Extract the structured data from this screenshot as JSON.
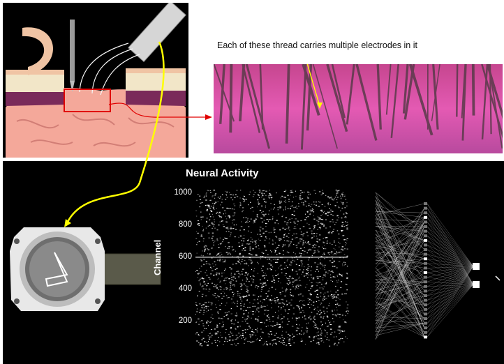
{
  "caption": "Each of these thread carries multiple electrodes in it",
  "chart_data": {
    "type": "scatter",
    "title": "Neural Activity",
    "xlabel": "",
    "ylabel": "Channel",
    "yticks": [
      200,
      400,
      600,
      800,
      1000
    ],
    "ylim": [
      50,
      1020
    ],
    "xlim": [
      0,
      1
    ],
    "grid": false,
    "legend": "none",
    "colors": {
      "background": "#000000",
      "points": "#ffffff"
    }
  },
  "colors": {
    "brain": "#f4a89a",
    "skull": "#f2e6c8",
    "tissue": "#f0c4a4",
    "highlight_box": "#e00000",
    "connector": "#ffff00",
    "arrow": "#e00000",
    "microscope_bg": "#e05ab0"
  },
  "icons": [
    "needle-icon",
    "robot-head-icon",
    "implant-device-icon",
    "neuralink-logo-icon"
  ]
}
